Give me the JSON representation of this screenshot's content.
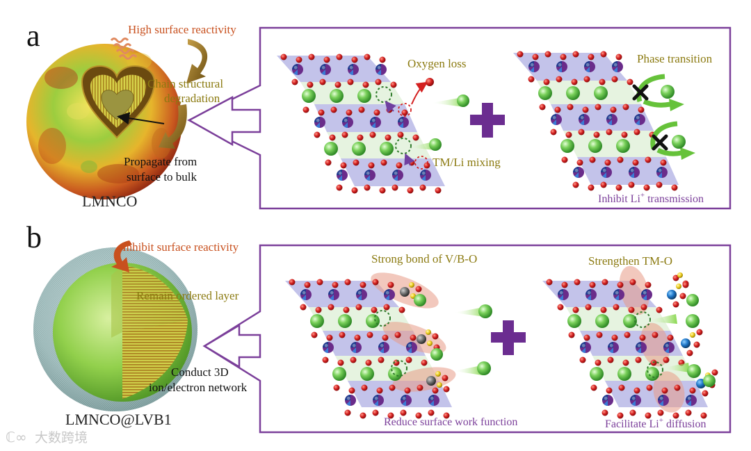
{
  "panel_a": {
    "label": "a",
    "particle_name": "LMNCO",
    "notes": {
      "surface_reactivity": "High surface reactivity",
      "chain_degradation_line1": "Chain structural",
      "chain_degradation_line2": "degradation",
      "propagate_line1": "Propagate from",
      "propagate_line2": "surface to bulk"
    },
    "left_box": {
      "oxygen_loss": "Oxygen loss",
      "tm_li_mixing": "TM/Li mixing"
    },
    "right_box": {
      "phase_transition": "Phase transition",
      "inhibit_prefix": "Inhibit Li",
      "inhibit_sup": "+",
      "inhibit_suffix": " transmission"
    }
  },
  "panel_b": {
    "label": "b",
    "particle_name": "LMNCO@LVB1",
    "notes": {
      "inhibit_reactivity": "Inhibit surface reactivity",
      "ordered_layer": "Remain ordered layer",
      "conduct_line1": "Conduct 3D",
      "conduct_line2": "ion/electron network"
    },
    "left_box": {
      "strong_bond": "Strong bond of V/B-O",
      "reduce_work": "Reduce surface work function"
    },
    "right_box": {
      "strengthen": "Strengthen TM-O",
      "facilitate_prefix": "Facilitate Li",
      "facilitate_sup": "+",
      "facilitate_suffix": " diffusion"
    }
  },
  "watermark": {
    "logo": "ℂ∞",
    "text": "大数跨境"
  },
  "colors": {
    "frame_purple": "#7b3f9a",
    "annotation_olive": "#8b7a10",
    "annotation_orange": "#c8501e",
    "label_purple": "#7b3f9a",
    "plus_purple": "#6b2d90",
    "oxygen_red": "#d42020",
    "lithium_green": "#5cc44a",
    "tm_purple": "#6a2c8a",
    "tm_blue": "#1f3c8f",
    "layer_lavender": "#b8b8e6",
    "layer_mint": "#e6f3e0"
  }
}
